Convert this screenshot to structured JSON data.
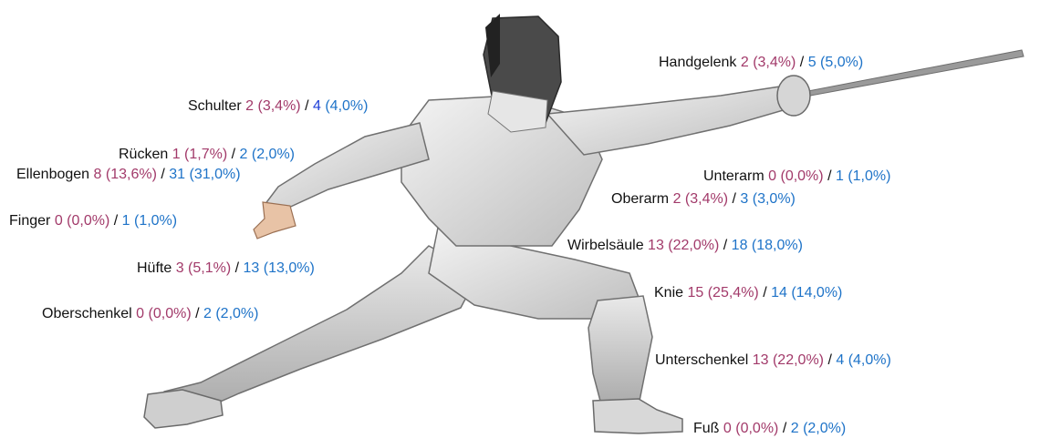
{
  "labels": {
    "handgelenk": {
      "name": "Handgelenk",
      "a": "2 (3,4%)",
      "b": "5 (5,0%)"
    },
    "schulter": {
      "name": "Schulter",
      "a": "2 (3,4%)",
      "b_num": "4",
      "b_pct": "(4,0%)"
    },
    "ruecken": {
      "name": "Rücken",
      "a": "1 (1,7%)",
      "b": "2 (2,0%)"
    },
    "ellenbogen": {
      "name": "Ellenbogen",
      "a": "8 (13,6%)",
      "b": "31 (31,0%)"
    },
    "unterarm": {
      "name": "Unterarm",
      "a": "0 (0,0%)",
      "b": "1 (1,0%)"
    },
    "oberarm": {
      "name": "Oberarm",
      "a": "2 (3,4%)",
      "b": "3 (3,0%)"
    },
    "finger": {
      "name": "Finger",
      "a": "0 (0,0%)",
      "b": "1 (1,0%)"
    },
    "wirbelsaeule": {
      "name": "Wirbelsäule",
      "a": "13 (22,0%)",
      "b": "18 (18,0%)"
    },
    "huefte": {
      "name": "Hüfte",
      "a": "3 (5,1%)",
      "b": "13 (13,0%)"
    },
    "knie": {
      "name": "Knie",
      "a": "15 (25,4%)",
      "b": "14 (14,0%)"
    },
    "oberschenkel": {
      "name": "Oberschenkel",
      "a": "0 (0,0%)",
      "b": "2 (2,0%)"
    },
    "unterschenkel": {
      "name": "Unterschenkel",
      "a": "13 (22,0%)",
      "b": "4 (4,0%)"
    },
    "fuss": {
      "name": "Fuß",
      "a": "0 (0,0%)",
      "b": "2 (2,0%)"
    }
  },
  "separator": "/",
  "colors": {
    "series_a": "#a23a6a",
    "series_b": "#1e73c8",
    "label": "#111111"
  }
}
